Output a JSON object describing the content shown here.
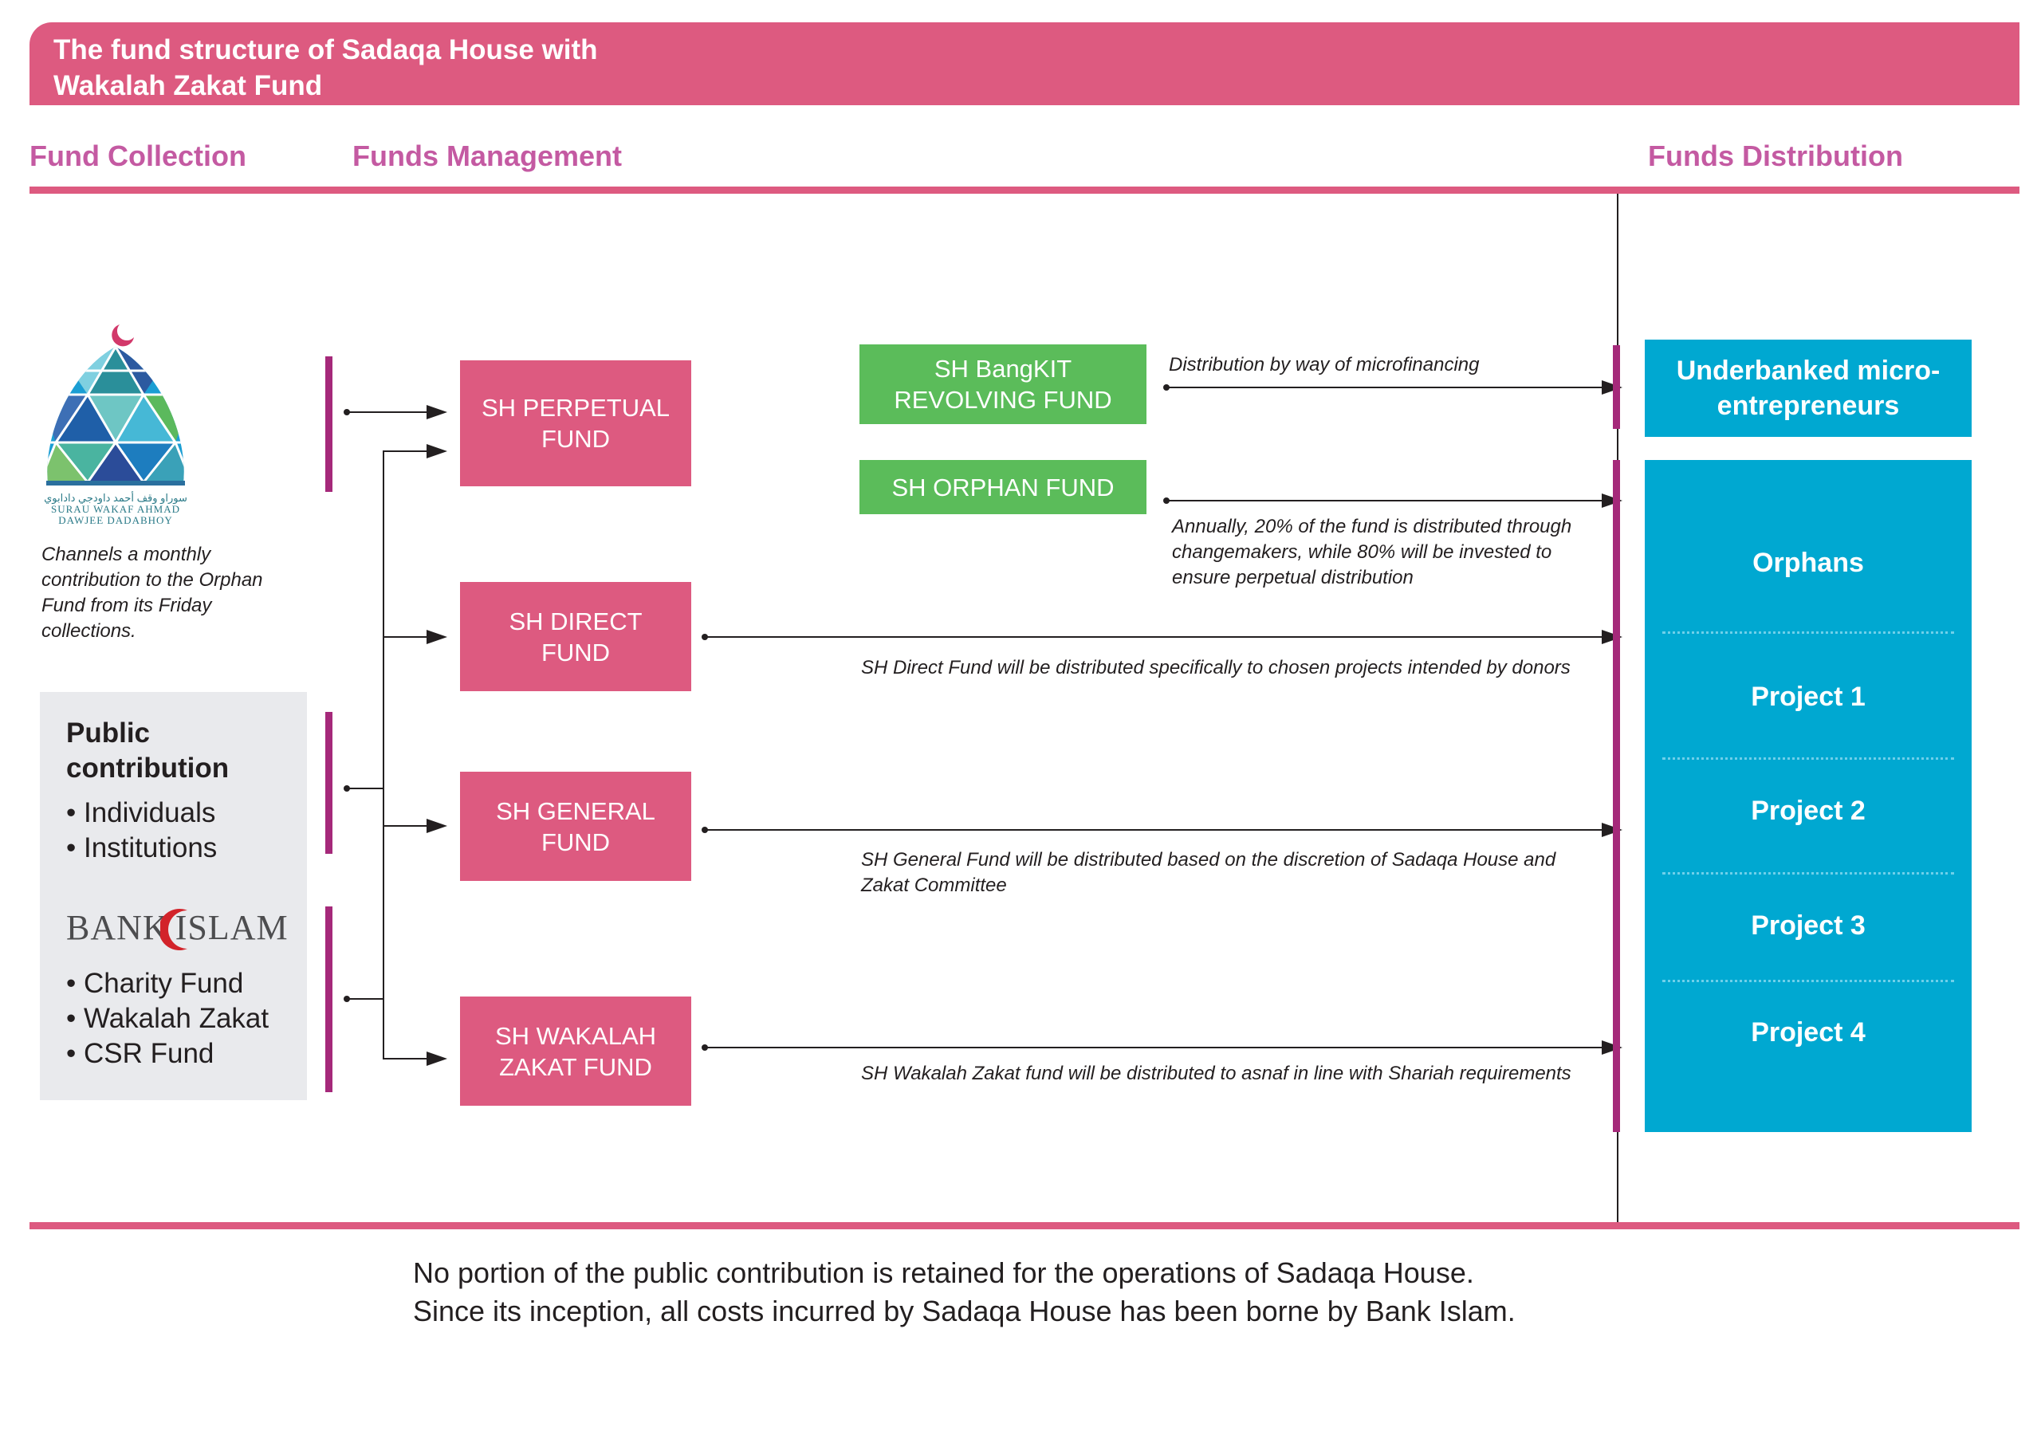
{
  "header": {
    "title_line1": "The fund structure of Sadaqa House with",
    "title_line2": "Wakalah Zakat Fund"
  },
  "columns": {
    "collection": "Fund Collection",
    "management": "Funds Management",
    "distribution": "Funds Distribution"
  },
  "surau": {
    "logo_text_arabic": "سوراو وقف أحمد داودجي دادابوي",
    "logo_text_line1": "SURAU WAKAF AHMAD",
    "logo_text_line2": "DAWJEE DADABHOY",
    "note": "Channels a monthly contribution to the Orphan Fund from its Friday collections."
  },
  "public": {
    "title": "Public contribution",
    "items": [
      "• Individuals",
      "• Institutions"
    ]
  },
  "bank": {
    "logo_part1": "BANK",
    "logo_part2": "ISLAM",
    "items": [
      "• Charity Fund",
      "• Wakalah Zakat",
      "• CSR Fund"
    ]
  },
  "funds": {
    "perpetual": "SH PERPETUAL FUND",
    "direct": "SH DIRECT FUND",
    "general": "SH GENERAL FUND",
    "wakalah": "SH WAKALAH ZAKAT FUND",
    "bangkit": "SH BangKIT REVOLVING FUND",
    "orphan": "SH ORPHAN FUND"
  },
  "notes": {
    "bangkit": "Distribution by way of microfinancing",
    "orphan": "Annually, 20% of the fund is distributed through changemakers, while 80% will be invested to ensure perpetual distribution",
    "direct": "SH Direct Fund will be distributed specifically to chosen projects intended by donors",
    "general": "SH General Fund will be distributed based on the discretion of Sadaqa House and Zakat Committee",
    "wakalah": "SH Wakalah Zakat fund will be distributed to asnaf in line with Shariah requirements"
  },
  "distribution": {
    "underbanked": "Underbanked micro-entrepreneurs",
    "items": [
      "Orphans",
      "Project 1",
      "Project 2",
      "Project 3",
      "Project 4"
    ]
  },
  "footer": {
    "line1": "No portion of the public contribution is retained for the operations of Sadaqa House.",
    "line2": "Since its inception, all costs incurred by Sadaqa House has been borne by Bank Islam."
  },
  "colors": {
    "pink": "#dd5a80",
    "magenta": "#a5297a",
    "heading": "#c45aa2",
    "green": "#5bbc5a",
    "blue": "#00a8d1",
    "grey": "#e9eaed"
  }
}
